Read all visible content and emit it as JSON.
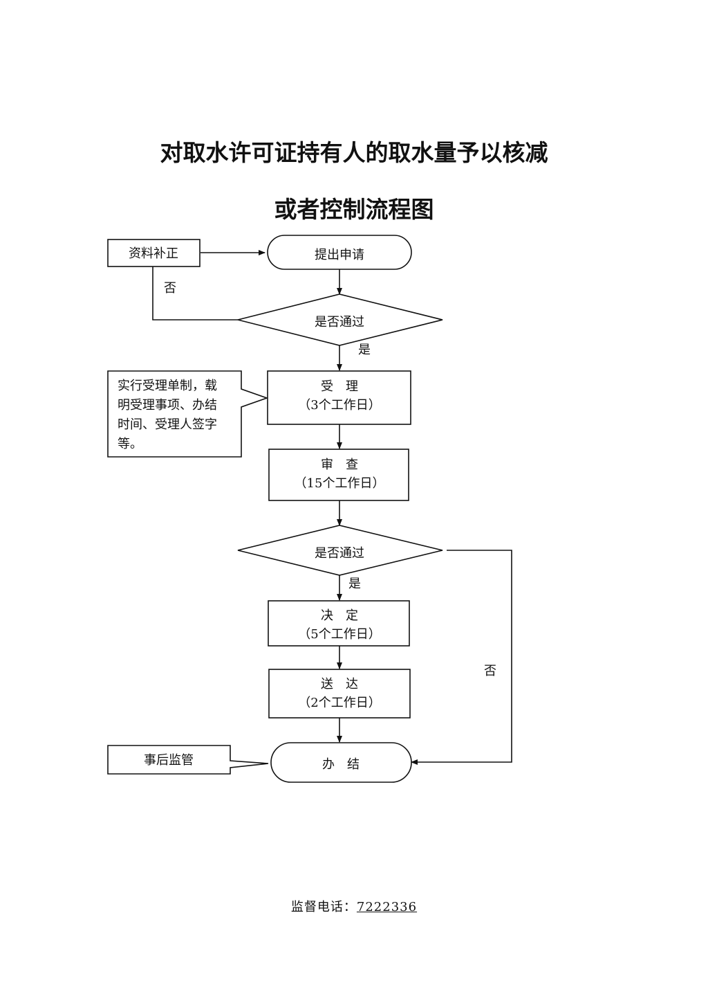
{
  "title": {
    "line1": "对取水许可证持有人的取水量予以核减",
    "line2": "或者控制流程图"
  },
  "nodes": {
    "apply": "提出申请",
    "supplement": "资料补正",
    "check1": "是否通过",
    "accept": {
      "name": "受　理",
      "days": "（3个工作日）"
    },
    "accept_note": [
      "实行受理单制，载",
      "明受理事项、办结",
      "时间、受理人签字",
      "等。"
    ],
    "review": {
      "name": "审　查",
      "days": "（15个工作日）"
    },
    "check2": "是否通过",
    "decide": {
      "name": "决　定",
      "days": "（5个工作日）"
    },
    "deliver": {
      "name": "送　达",
      "days": "（2个工作日）"
    },
    "finish": "办　结",
    "supervise": "事后监管"
  },
  "edges": {
    "no_1": "否",
    "yes_1": "是",
    "yes_2": "是",
    "no_2": "否"
  },
  "footer": {
    "label": "监督电话：",
    "phone": "7222336"
  }
}
